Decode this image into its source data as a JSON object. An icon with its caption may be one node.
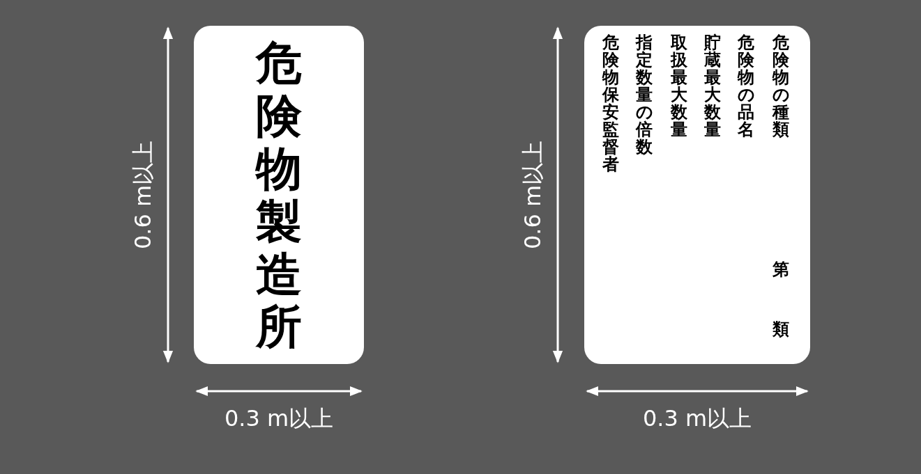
{
  "diagram": {
    "nodes": [
      {
        "text": [
          "危険物製造所"
        ]
      },
      {
        "text": [
          "危険物の種類",
          "危険物の品名",
          "貯蔵最大数量",
          "取扱最大数量",
          "指定数量の倍数",
          "危険物保安監督者",
          "第",
          "類"
        ]
      }
    ],
    "labels": [
      "0.6 m以上",
      "0.3 m以上",
      "0.6 m以上",
      "0.3 m以上"
    ]
  }
}
